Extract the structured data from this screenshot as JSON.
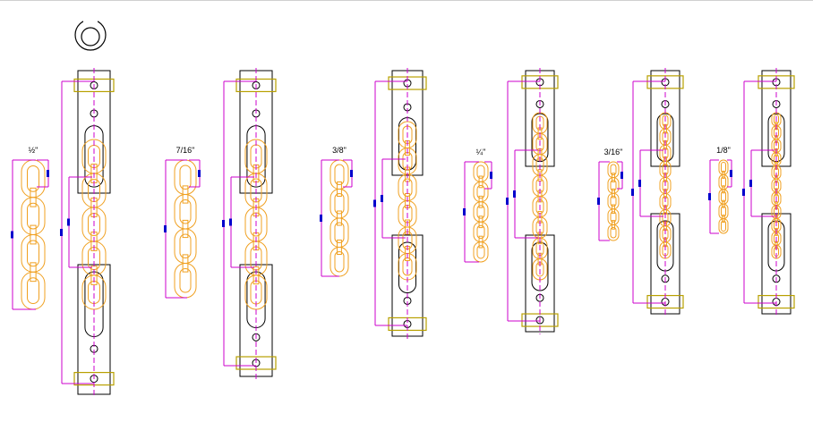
{
  "drawing": {
    "colors": {
      "chain": "#f0a020",
      "dimension": "#cc00cc",
      "dim_text": "#0000cc",
      "centerline": "#cc00cc",
      "fitting": "#000000",
      "pin": "#b8a000"
    },
    "icon": "snap-ring-icon",
    "sizes": [
      {
        "label": "½\""
      },
      {
        "label": "7/16\""
      },
      {
        "label": "3/8\""
      },
      {
        "label": "¼\""
      },
      {
        "label": "3/16\""
      },
      {
        "label": "1/8\""
      }
    ]
  }
}
